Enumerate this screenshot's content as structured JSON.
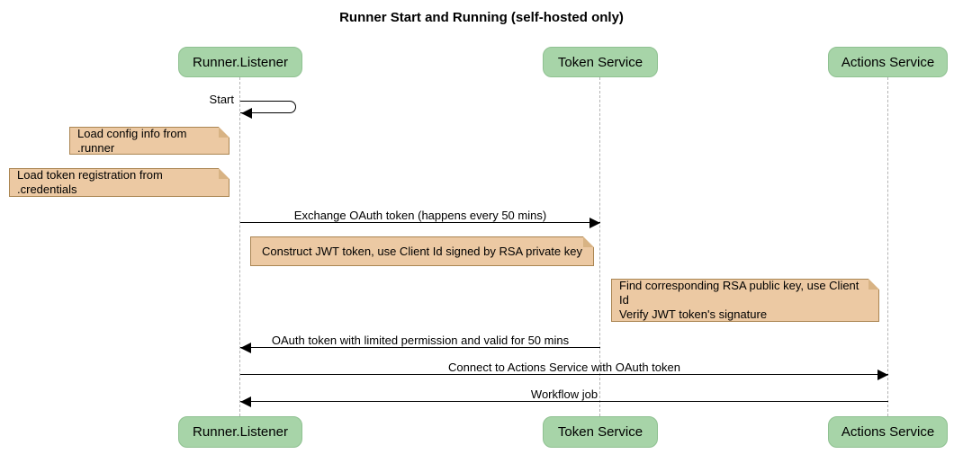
{
  "title": "Runner Start and Running (self-hosted only)",
  "participants": [
    {
      "name": "Runner.Listener"
    },
    {
      "name": "Token Service"
    },
    {
      "name": "Actions Service"
    }
  ],
  "messages": [
    {
      "from": "Runner.Listener",
      "to": "Runner.Listener",
      "label": "Start",
      "kind": "self"
    },
    {
      "from": "Runner.Listener",
      "to": "Token Service",
      "label": "Exchange OAuth token (happens every 50 mins)",
      "kind": "solid-arrow-right"
    },
    {
      "from": "Token Service",
      "to": "Runner.Listener",
      "label": "OAuth token with limited permission and valid for 50 mins",
      "kind": "solid-arrow-left"
    },
    {
      "from": "Runner.Listener",
      "to": "Actions Service",
      "label": "Connect to Actions Service with OAuth token",
      "kind": "solid-arrow-right"
    },
    {
      "from": "Actions Service",
      "to": "Runner.Listener",
      "label": "Workflow job",
      "kind": "solid-arrow-left"
    }
  ],
  "notes": [
    {
      "lines": [
        "Load config info from .runner"
      ],
      "position": "left of Runner.Listener"
    },
    {
      "lines": [
        "Load token registration from .credentials"
      ],
      "position": "left of Runner.Listener"
    },
    {
      "lines": [
        "Construct JWT token, use Client Id signed by RSA private key"
      ],
      "position": "between Runner.Listener and Token Service"
    },
    {
      "lines": [
        "Find corresponding RSA public key, use Client Id",
        "Verify JWT token's signature"
      ],
      "position": "left of Actions Service"
    }
  ],
  "colors": {
    "participant-fill": "#a7d4a8",
    "participant-border": "#8fc191",
    "note-fill": "#ecc9a3",
    "note-border": "#aa8552",
    "note-fold": "#d8b384",
    "lifeline": "#b3b3b3",
    "line": "#000000",
    "text": "#000000",
    "background": "#ffffff"
  }
}
